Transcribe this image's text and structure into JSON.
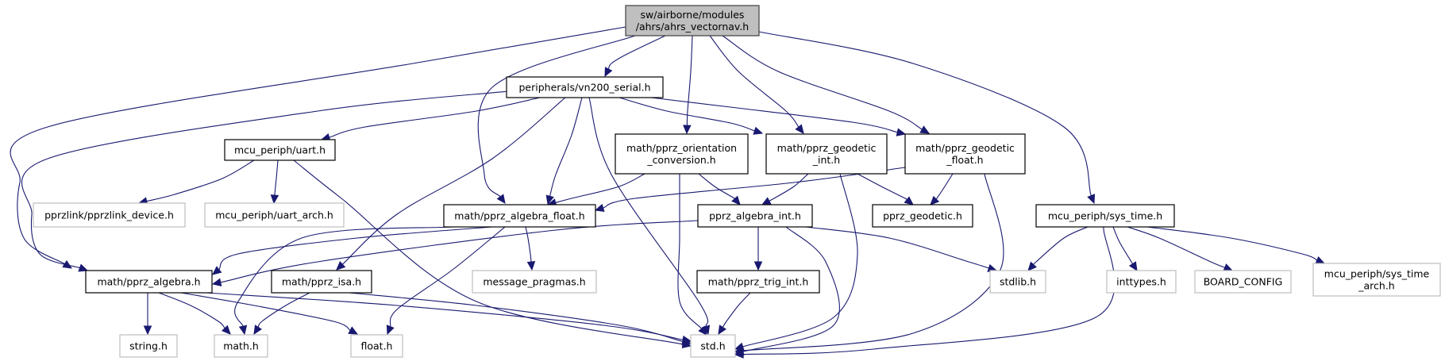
{
  "graph": {
    "title": "sw/airborne/modules/ahrs/ahrs_vectornav.h include dependency graph",
    "colors": {
      "edge": "#191970",
      "root_fill": "#bfbfbf",
      "root_border": "#404040",
      "documented_border": "#000000",
      "external_border": "#bfbfbf",
      "node_fill": "#ffffff"
    },
    "nodes": [
      {
        "id": "root",
        "lines": [
          "sw/airborne/modules",
          "/ahrs/ahrs_vectornav.h"
        ],
        "kind": "root"
      },
      {
        "id": "vn200",
        "lines": [
          "peripherals/vn200_serial.h"
        ],
        "kind": "documented"
      },
      {
        "id": "uart",
        "lines": [
          "mcu_periph/uart.h"
        ],
        "kind": "documented"
      },
      {
        "id": "orient",
        "lines": [
          "math/pprz_orientation",
          "_conversion.h"
        ],
        "kind": "documented"
      },
      {
        "id": "geo_int",
        "lines": [
          "math/pprz_geodetic",
          "_int.h"
        ],
        "kind": "documented"
      },
      {
        "id": "geo_float",
        "lines": [
          "math/pprz_geodetic",
          "_float.h"
        ],
        "kind": "documented"
      },
      {
        "id": "pprzlink",
        "lines": [
          "pprzlink/pprzlink_device.h"
        ],
        "kind": "external"
      },
      {
        "id": "uart_arch",
        "lines": [
          "mcu_periph/uart_arch.h"
        ],
        "kind": "external"
      },
      {
        "id": "alg_float",
        "lines": [
          "math/pprz_algebra_float.h"
        ],
        "kind": "documented"
      },
      {
        "id": "alg_int",
        "lines": [
          "pprz_algebra_int.h"
        ],
        "kind": "documented"
      },
      {
        "id": "geodetic",
        "lines": [
          "pprz_geodetic.h"
        ],
        "kind": "documented"
      },
      {
        "id": "sys_time",
        "lines": [
          "mcu_periph/sys_time.h"
        ],
        "kind": "documented"
      },
      {
        "id": "alg",
        "lines": [
          "math/pprz_algebra.h"
        ],
        "kind": "documented"
      },
      {
        "id": "isa",
        "lines": [
          "math/pprz_isa.h"
        ],
        "kind": "documented"
      },
      {
        "id": "msg_pragmas",
        "lines": [
          "message_pragmas.h"
        ],
        "kind": "external"
      },
      {
        "id": "trig_int",
        "lines": [
          "math/pprz_trig_int.h"
        ],
        "kind": "documented"
      },
      {
        "id": "stdlib",
        "lines": [
          "stdlib.h"
        ],
        "kind": "external"
      },
      {
        "id": "inttypes",
        "lines": [
          "inttypes.h"
        ],
        "kind": "external"
      },
      {
        "id": "board_config",
        "lines": [
          "BOARD_CONFIG"
        ],
        "kind": "external"
      },
      {
        "id": "sys_time_arch",
        "lines": [
          "mcu_periph/sys_time",
          "_arch.h"
        ],
        "kind": "external"
      },
      {
        "id": "string",
        "lines": [
          "string.h"
        ],
        "kind": "external"
      },
      {
        "id": "math",
        "lines": [
          "math.h"
        ],
        "kind": "external"
      },
      {
        "id": "float",
        "lines": [
          "float.h"
        ],
        "kind": "external"
      },
      {
        "id": "std",
        "lines": [
          "std.h"
        ],
        "kind": "external"
      }
    ],
    "edges": [
      [
        "root",
        "vn200"
      ],
      [
        "root",
        "alg"
      ],
      [
        "root",
        "alg_float"
      ],
      [
        "root",
        "orient"
      ],
      [
        "root",
        "geo_int"
      ],
      [
        "root",
        "geo_float"
      ],
      [
        "root",
        "sys_time"
      ],
      [
        "vn200",
        "uart"
      ],
      [
        "vn200",
        "alg"
      ],
      [
        "vn200",
        "alg_float"
      ],
      [
        "vn200",
        "isa"
      ],
      [
        "vn200",
        "std"
      ],
      [
        "vn200",
        "geo_int"
      ],
      [
        "vn200",
        "geo_float"
      ],
      [
        "uart",
        "pprzlink"
      ],
      [
        "uart",
        "uart_arch"
      ],
      [
        "uart",
        "std"
      ],
      [
        "orient",
        "alg_float"
      ],
      [
        "orient",
        "alg_int"
      ],
      [
        "orient",
        "std"
      ],
      [
        "geo_int",
        "alg_int"
      ],
      [
        "geo_int",
        "geodetic"
      ],
      [
        "geo_int",
        "std"
      ],
      [
        "geo_float",
        "alg_float"
      ],
      [
        "geo_float",
        "geodetic"
      ],
      [
        "geo_float",
        "std"
      ],
      [
        "alg_float",
        "alg"
      ],
      [
        "alg_float",
        "math"
      ],
      [
        "alg_float",
        "float"
      ],
      [
        "alg_float",
        "msg_pragmas"
      ],
      [
        "alg_int",
        "alg"
      ],
      [
        "alg_int",
        "trig_int"
      ],
      [
        "alg_int",
        "std"
      ],
      [
        "alg_int",
        "stdlib"
      ],
      [
        "sys_time",
        "stdlib"
      ],
      [
        "sys_time",
        "inttypes"
      ],
      [
        "sys_time",
        "board_config"
      ],
      [
        "sys_time",
        "sys_time_arch"
      ],
      [
        "sys_time",
        "std"
      ],
      [
        "alg",
        "string"
      ],
      [
        "alg",
        "math"
      ],
      [
        "alg",
        "float"
      ],
      [
        "alg",
        "std"
      ],
      [
        "isa",
        "math"
      ],
      [
        "isa",
        "std"
      ],
      [
        "trig_int",
        "std"
      ]
    ]
  }
}
